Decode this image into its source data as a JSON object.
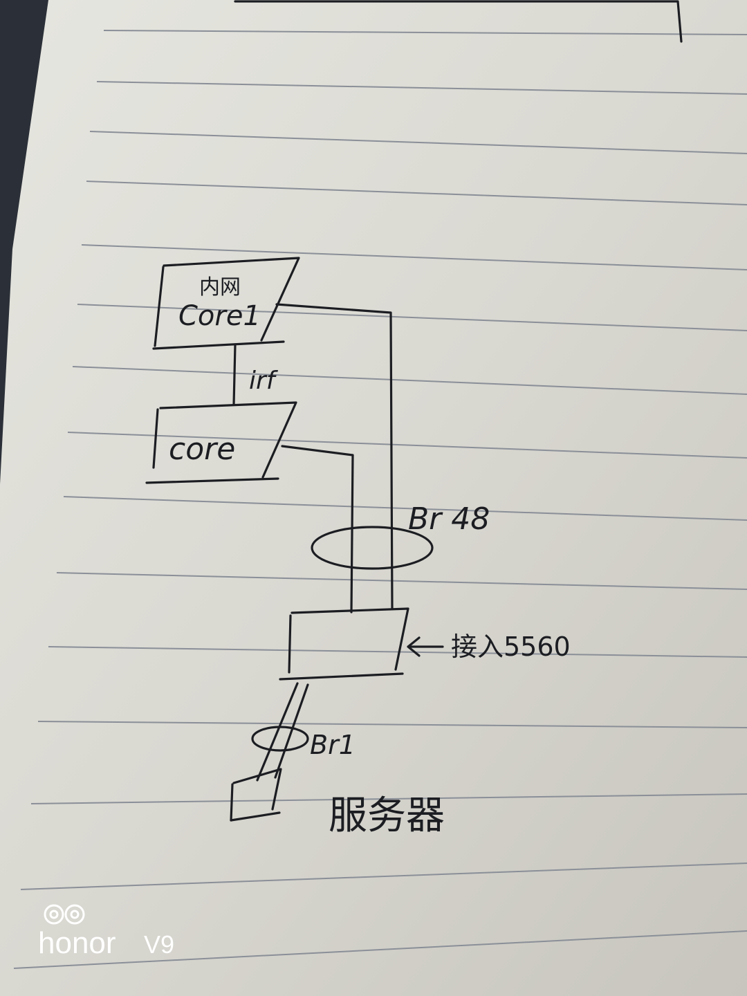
{
  "diagram": {
    "nodes": {
      "core1_title": "内网",
      "core1_label": "Core1",
      "core2_label": "core",
      "access_label": "接入5560",
      "server_label": "服务器"
    },
    "links": {
      "stack_link_label": "irf",
      "uplink_bundle_label": "Br 48",
      "server_bundle_label": "Br1"
    }
  },
  "watermark": {
    "brand": "honor",
    "model": "V9"
  }
}
